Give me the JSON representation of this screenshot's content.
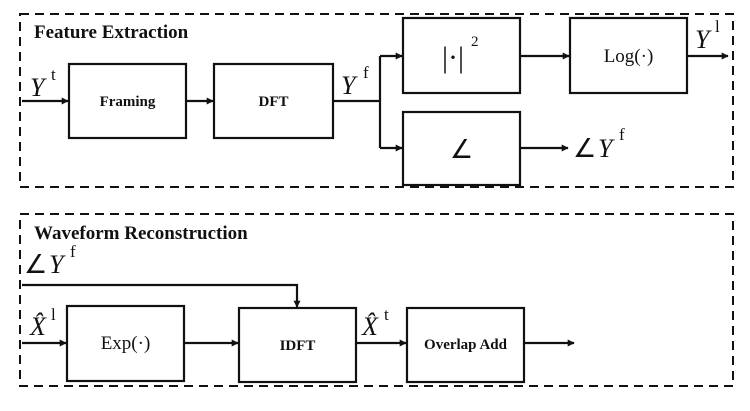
{
  "sections": {
    "feature_extraction": "Feature Extraction",
    "waveform_reconstruction": "Waveform Reconstruction"
  },
  "blocks": {
    "framing": "Framing",
    "dft": "DFT",
    "magnitude_bar": "|·|",
    "magnitude_power": "2",
    "log": "Log(·)",
    "angle": "∠",
    "exp": "Exp(·)",
    "idft": "IDFT",
    "overlap_add": "Overlap Add"
  },
  "signals": {
    "input": {
      "symbol": "Y",
      "sup": "t"
    },
    "spectrum": {
      "symbol": "Y",
      "sup": "f"
    },
    "log_output": {
      "symbol": "Y",
      "sup": "l"
    },
    "phase_output": {
      "prefix": "∠",
      "symbol": "Y",
      "sup": "f"
    },
    "phase_input": {
      "prefix": "∠",
      "symbol": "Y",
      "sup": "f"
    },
    "recon_input": {
      "symbol": "X̂",
      "sup": "l"
    },
    "recon_time": {
      "symbol": "X̂",
      "sup": "t"
    }
  }
}
